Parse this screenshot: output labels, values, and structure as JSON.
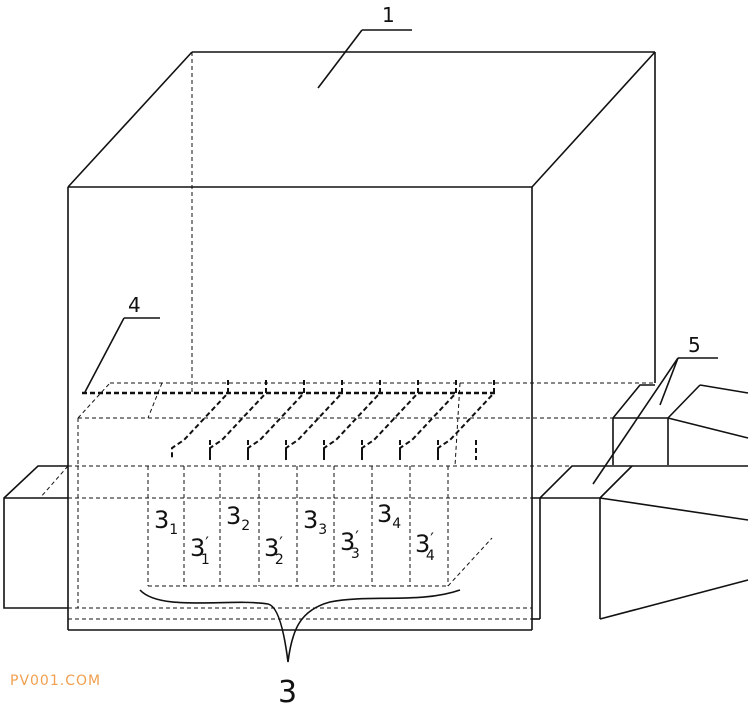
{
  "labels": {
    "callout_1": "1",
    "callout_4": "4",
    "callout_5": "5",
    "group_3": "3",
    "cells": [
      {
        "base": "3",
        "sub": "1",
        "prime": ""
      },
      {
        "base": "3",
        "sub": "1",
        "prime": "′"
      },
      {
        "base": "3",
        "sub": "2",
        "prime": ""
      },
      {
        "base": "3",
        "sub": "2",
        "prime": "′"
      },
      {
        "base": "3",
        "sub": "3",
        "prime": ""
      },
      {
        "base": "3",
        "sub": "3",
        "prime": "′"
      },
      {
        "base": "3",
        "sub": "4",
        "prime": ""
      },
      {
        "base": "3",
        "sub": "4",
        "prime": "′"
      }
    ]
  },
  "watermark": "PV001.COM",
  "colors": {
    "line": "#111111",
    "watermark": "#f0a050"
  }
}
